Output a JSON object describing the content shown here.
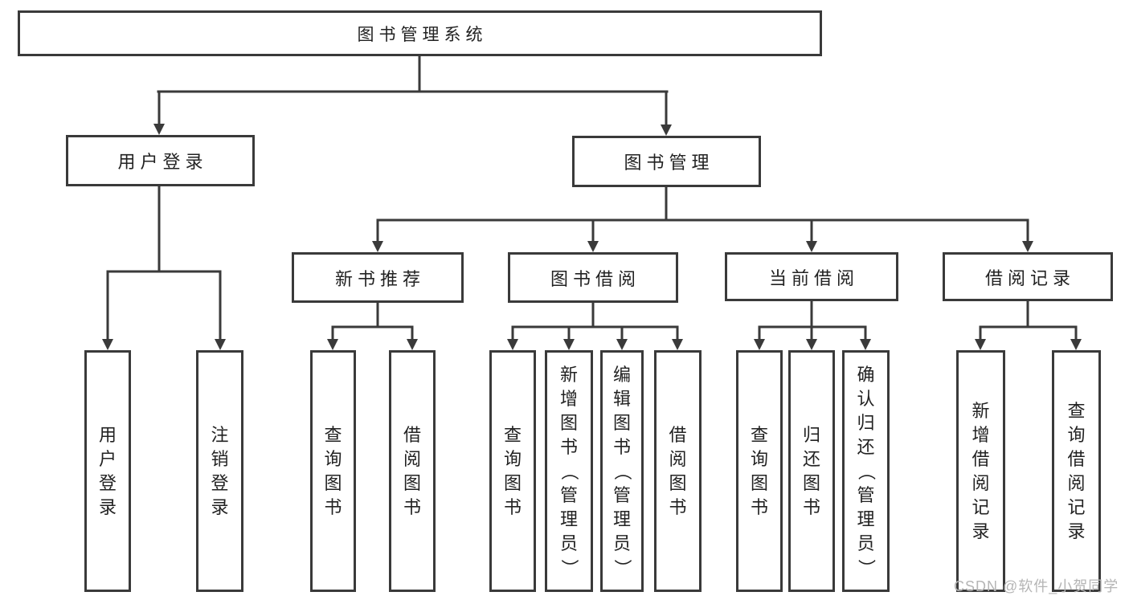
{
  "diagram": {
    "root": {
      "label": "图书管理系统"
    },
    "level2": [
      {
        "label": "用户登录"
      },
      {
        "label": "图书管理"
      }
    ],
    "level3": [
      {
        "label": "新书推荐"
      },
      {
        "label": "图书借阅"
      },
      {
        "label": "当前借阅"
      },
      {
        "label": "借阅记录"
      }
    ],
    "leaves": [
      {
        "label": "用户登录"
      },
      {
        "label": "注销登录"
      },
      {
        "label": "查询图书"
      },
      {
        "label": "借阅图书"
      },
      {
        "label": "查询图书"
      },
      {
        "label": "新增图书（管理员）"
      },
      {
        "label": "编辑图书（管理员）"
      },
      {
        "label": "借阅图书"
      },
      {
        "label": "查询图书"
      },
      {
        "label": "归还图书"
      },
      {
        "label": "确认归还（管理员）"
      },
      {
        "label": "新增借阅记录"
      },
      {
        "label": "查询借阅记录"
      }
    ]
  },
  "watermark": {
    "text": "CSDN @软件_小贺同学"
  },
  "colors": {
    "background": "#ffffff",
    "line": "#3a3a3a",
    "box_border": "#3a3a3a",
    "text": "#222222",
    "watermark": "#b5b5b5"
  }
}
